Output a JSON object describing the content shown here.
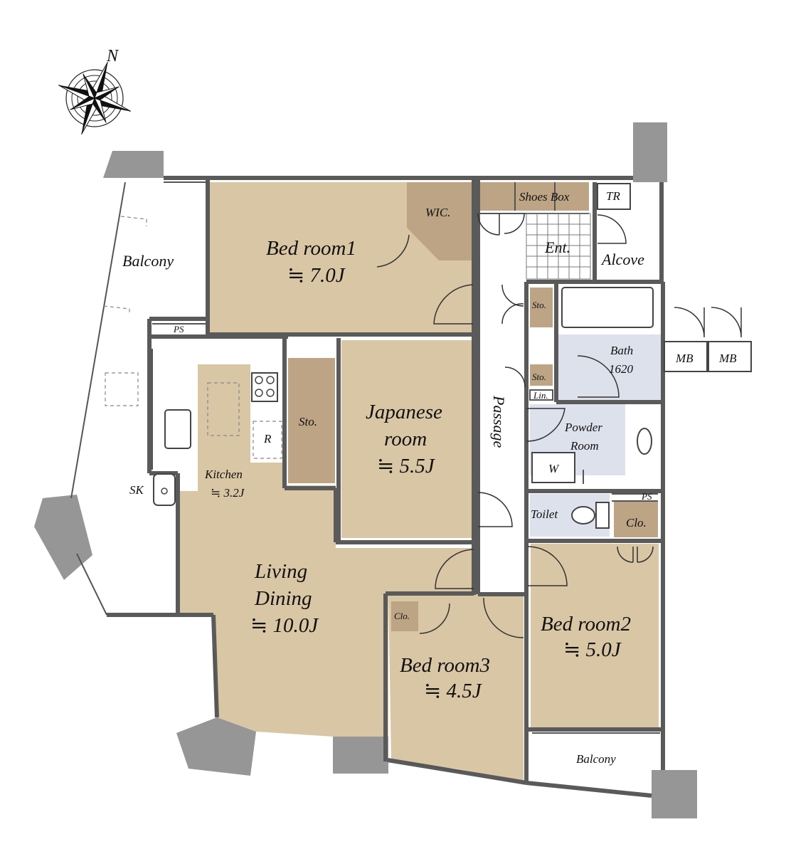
{
  "compass": {
    "north_label": "N"
  },
  "rooms": {
    "bedroom1": {
      "name": "Bed room1",
      "size": "≒ 7.0J"
    },
    "wic": {
      "name": "WIC."
    },
    "balcony_west": {
      "name": "Balcony"
    },
    "ps_west": {
      "name": "PS"
    },
    "shoes_box": {
      "name": "Shoes Box"
    },
    "tr": {
      "name": "TR"
    },
    "entrance": {
      "name": "Ent."
    },
    "alcove": {
      "name": "Alcove"
    },
    "sto_hall1": {
      "name": "Sto."
    },
    "sto_hall2": {
      "name": "Sto."
    },
    "linen": {
      "name": "Lin."
    },
    "bath": {
      "name": "Bath",
      "size": "1620"
    },
    "mb1": {
      "name": "MB"
    },
    "mb2": {
      "name": "MB"
    },
    "japanese_room": {
      "name_line1": "Japanese",
      "name_line2": "room",
      "size": "≒ 5.5J"
    },
    "sto_center": {
      "name": "Sto."
    },
    "refrigerator": {
      "name": "R"
    },
    "kitchen": {
      "name": "Kitchen",
      "size": "≒ 3.2J"
    },
    "sink": {
      "name": "SK"
    },
    "passage": {
      "name": "Passage"
    },
    "powder_room": {
      "name_line1": "Powder",
      "name_line2": "Room"
    },
    "washer": {
      "name": "W"
    },
    "toilet": {
      "name": "Toilet"
    },
    "ps_east": {
      "name": "PS"
    },
    "clo_toilet": {
      "name": "Clo."
    },
    "living_dining": {
      "name_line1": "Living",
      "name_line2": "Dining",
      "size": "≒ 10.0J"
    },
    "clo_bed3": {
      "name": "Clo."
    },
    "bedroom3": {
      "name": "Bed room3",
      "size": "≒ 4.5J"
    },
    "bedroom2": {
      "name": "Bed room2",
      "size": "≒ 5.0J"
    },
    "balcony_south": {
      "name": "Balcony"
    }
  }
}
